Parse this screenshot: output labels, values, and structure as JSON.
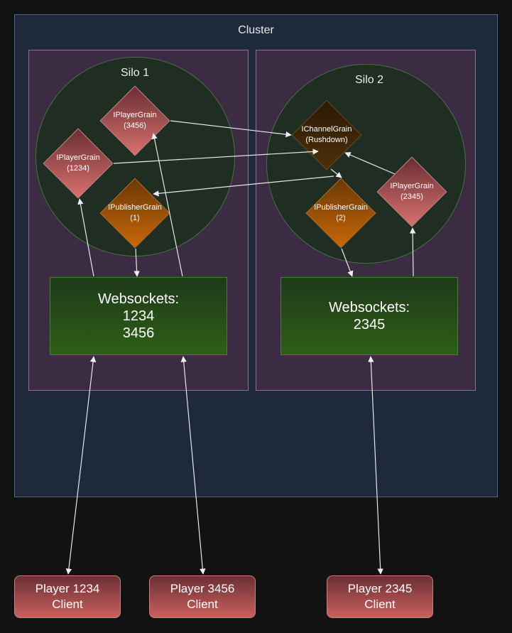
{
  "cluster": {
    "title": "Cluster"
  },
  "silos": [
    {
      "title": "Silo 1",
      "websockets": {
        "label": "Websockets:",
        "ids": [
          "1234",
          "3456"
        ]
      }
    },
    {
      "title": "Silo 2",
      "websockets": {
        "label": "Websockets:",
        "ids": [
          "2345"
        ]
      }
    }
  ],
  "grains": {
    "player_3456": {
      "name": "IPlayerGrain",
      "key": "(3456)"
    },
    "player_1234": {
      "name": "IPlayerGrain",
      "key": "(1234)"
    },
    "publisher_1": {
      "name": "IPublisherGrain",
      "key": "(1)"
    },
    "channel": {
      "name": "IChannelGrain",
      "key": "(Rushdown)"
    },
    "publisher_2": {
      "name": "IPublisherGrain",
      "key": "(2)"
    },
    "player_2345": {
      "name": "IPlayerGrain",
      "key": "(2345)"
    }
  },
  "clients": [
    {
      "name": "Player 1234",
      "sub": "Client"
    },
    {
      "name": "Player 3456",
      "sub": "Client"
    },
    {
      "name": "Player 2345",
      "sub": "Client"
    }
  ]
}
